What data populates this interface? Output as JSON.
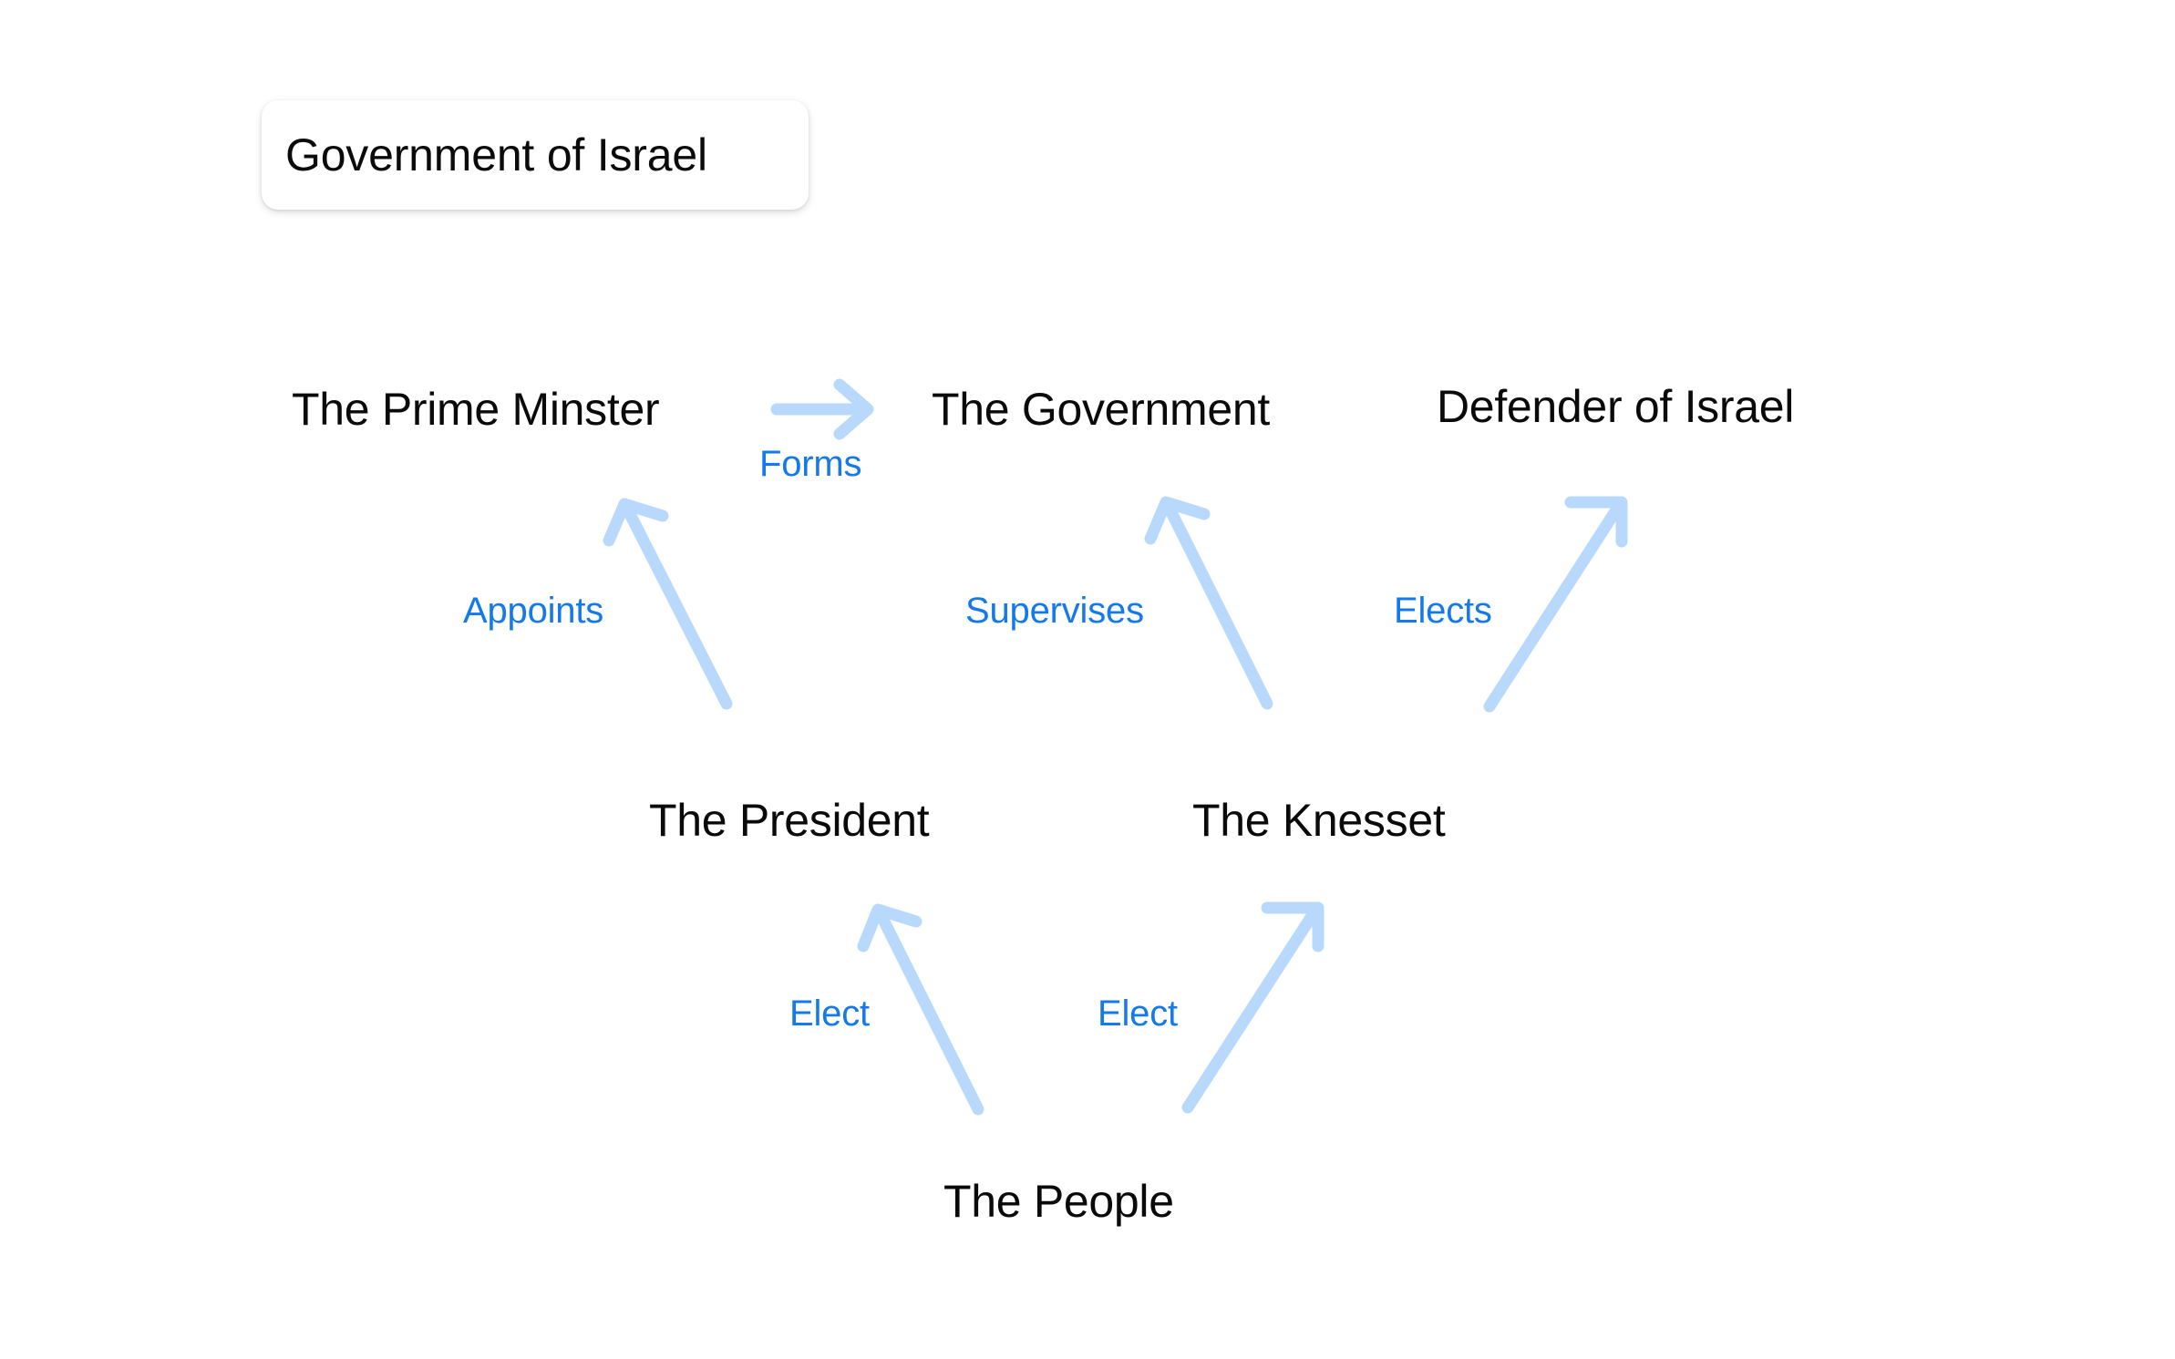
{
  "document": {
    "background_color": "#ffffff",
    "node_text_color": "#0a0a0a",
    "edge_label_color": "#1479ea",
    "arrow_color": "#b8d9fb"
  },
  "title_card": {
    "label": "Government of Israel"
  },
  "nodes": [
    {
      "id": "prime-minster",
      "label": "The Prime Minster"
    },
    {
      "id": "government",
      "label": "The Government"
    },
    {
      "id": "defender",
      "label": "Defender of Israel"
    },
    {
      "id": "president",
      "label": "The President"
    },
    {
      "id": "knesset",
      "label": "The Knesset"
    },
    {
      "id": "people",
      "label": "The People"
    }
  ],
  "edges": [
    {
      "id": "forms",
      "label": "Forms",
      "from": "prime-minster",
      "to": "government",
      "direction": "right"
    },
    {
      "id": "appoints",
      "label": "Appoints",
      "from": "president",
      "to": "prime-minster",
      "direction": "up-left"
    },
    {
      "id": "supervises",
      "label": "Supervises",
      "from": "knesset",
      "to": "government",
      "direction": "up-left"
    },
    {
      "id": "elects",
      "label": "Elects",
      "from": "knesset",
      "to": "defender",
      "direction": "up-right"
    },
    {
      "id": "elect-president",
      "label": "Elect",
      "from": "people",
      "to": "president",
      "direction": "up-left"
    },
    {
      "id": "elect-knesset",
      "label": "Elect",
      "from": "people",
      "to": "knesset",
      "direction": "up-right"
    }
  ]
}
